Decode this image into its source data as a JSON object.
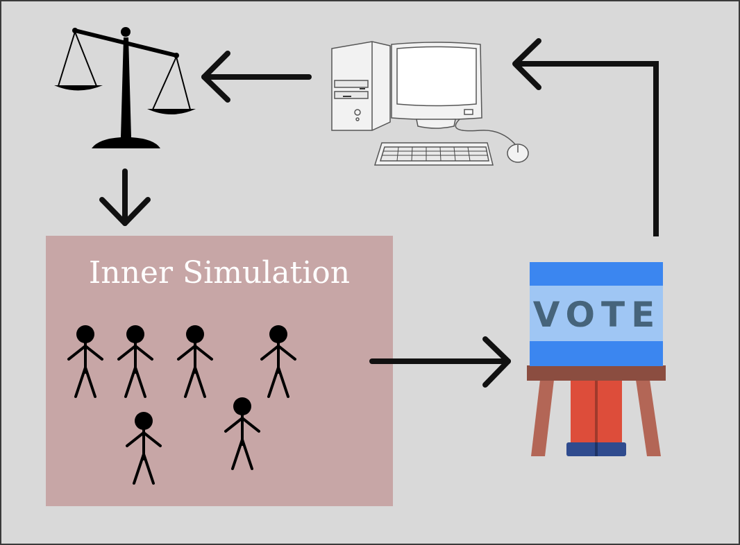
{
  "inner_simulation": {
    "title": "Inner Simulation",
    "people_count": 6
  },
  "ballot_box": {
    "label": "VOTE"
  },
  "colors": {
    "background": "#d9d9d9",
    "simulation_box": "#c7a6a6",
    "vote_banner": "#3b86f0",
    "vote_panel": "#9fc6f4",
    "vote_text": "#46647b",
    "stand_top": "#8b4d40",
    "stand_legs": "#b36656",
    "ballot": "#dd4d3a",
    "ballot_base": "#2f4b8e",
    "arrow": "#111111"
  },
  "icons": [
    "scales-of-justice-icon",
    "desktop-computer-icon",
    "stick-figure-icon",
    "ballot-box-icon"
  ]
}
